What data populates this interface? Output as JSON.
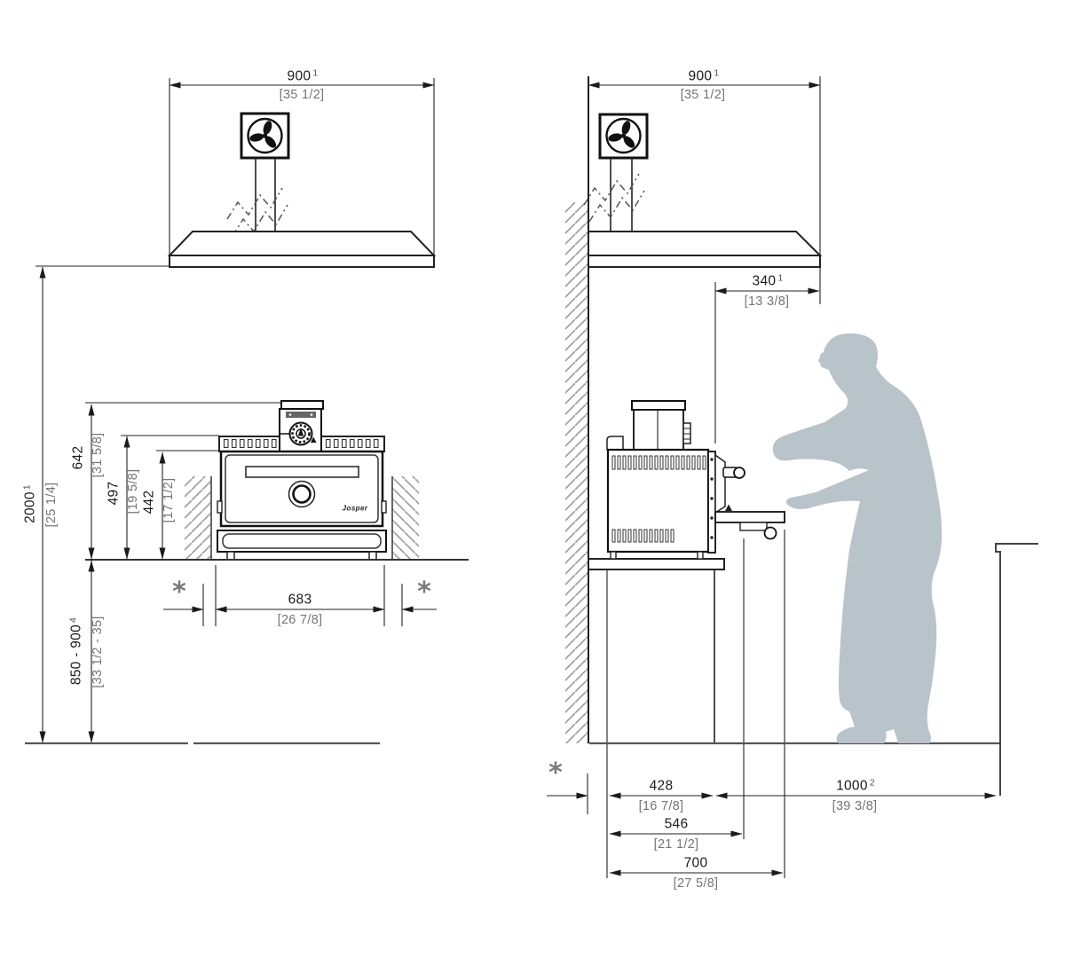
{
  "brand_label": "Josper",
  "symbols": {
    "asterisk": "*"
  },
  "dims": {
    "hood_width_front": {
      "mm": "900",
      "sup": "1",
      "in": "[35 1/2]"
    },
    "hood_width_side": {
      "mm": "900",
      "sup": "1",
      "in": "[35 1/2]"
    },
    "hood_overhang": {
      "mm": "340",
      "sup": "1",
      "in": "[13 3/8]"
    },
    "hood_height": {
      "mm": "2000",
      "sup": "1",
      "in": "[25 1/4]"
    },
    "oven_height_total": {
      "mm": "642",
      "in": "[31 5/8]"
    },
    "oven_height_body": {
      "mm": "497",
      "in": "[19 5/8]"
    },
    "oven_height_door": {
      "mm": "442",
      "in": "[17 1/2]"
    },
    "counter_height": {
      "mm": "850 - 900",
      "sup": "4",
      "in": "[33 1/2 - 35]"
    },
    "oven_width": {
      "mm": "683",
      "in": "[26 7/8]"
    },
    "oven_depth": {
      "mm": "428",
      "in": "[16 7/8]"
    },
    "depth_to_handle": {
      "mm": "546",
      "in": "[21 1/2]"
    },
    "counter_depth": {
      "mm": "700",
      "in": "[27 5/8]"
    },
    "front_clearance": {
      "mm": "1000",
      "sup": "2",
      "in": "[39 3/8]"
    }
  }
}
